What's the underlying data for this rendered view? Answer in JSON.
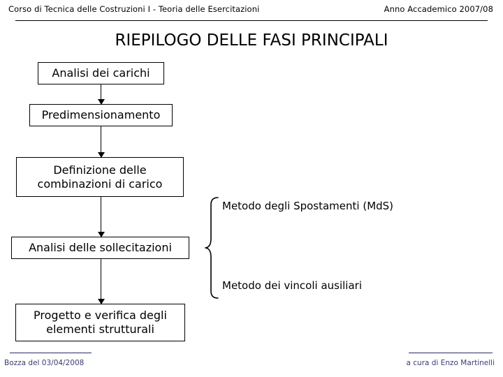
{
  "header": {
    "course": "Corso di Tecnica delle Costruzioni I - Teoria delle Esercitazioni",
    "academic_year": "Anno Accademico 2007/08"
  },
  "title": "RIEPILOGO DELLE FASI PRINCIPALI",
  "flowchart": {
    "boxes": [
      {
        "id": "box-1",
        "label": "Analisi dei carichi"
      },
      {
        "id": "box-2",
        "label": "Predimensionamento"
      },
      {
        "id": "box-3",
        "label": "Definizione delle combinazioni di carico"
      },
      {
        "id": "box-4",
        "label": "Analisi delle sollecitazioni"
      },
      {
        "id": "box-5",
        "label": "Progetto e verifica degli elementi strutturali"
      }
    ],
    "side_labels": [
      {
        "id": "side-label-1",
        "label": "Metodo degli Spostamenti (MdS)"
      },
      {
        "id": "side-label-2",
        "label": "Metodo dei vincoli ausiliari"
      }
    ]
  },
  "footer": {
    "draft": "Bozza del 03/04/2008",
    "author": "a cura di Enzo Martinelli"
  },
  "colors": {
    "ink": "#000000",
    "footer_text": "#3b3b72",
    "footer_rule": "#2b2b66",
    "background": "#ffffff"
  }
}
